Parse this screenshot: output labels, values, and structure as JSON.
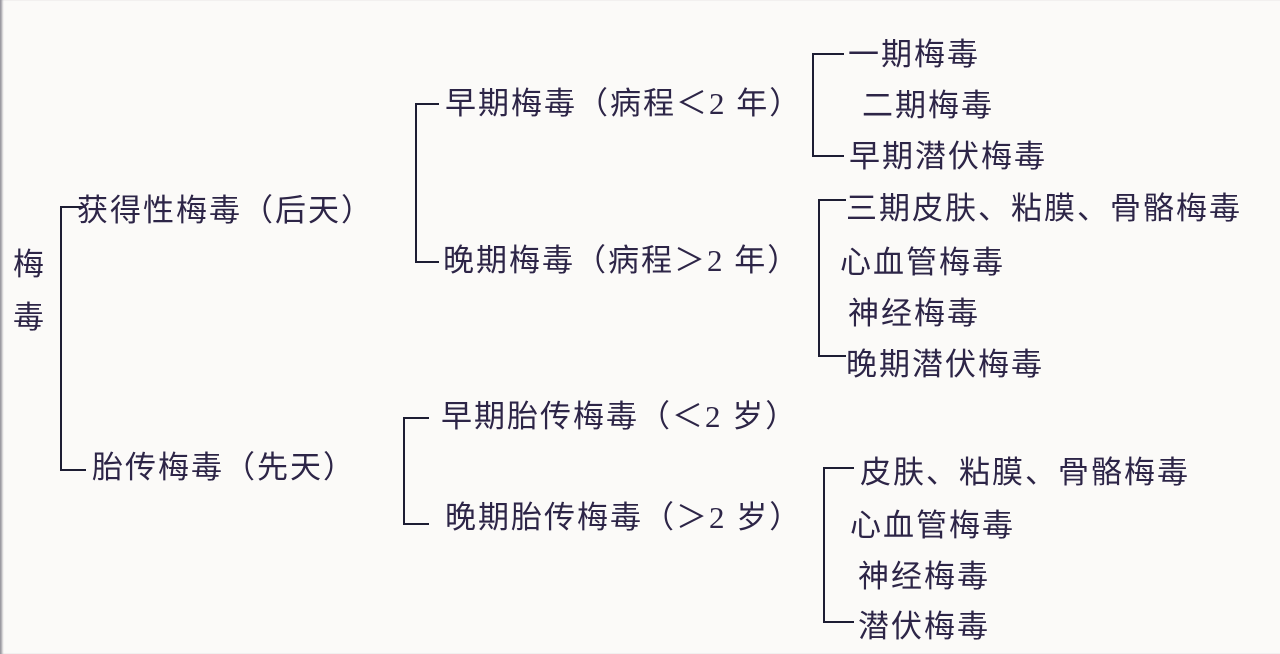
{
  "diagram": {
    "title_hint": "梅毒分类图",
    "root": "梅毒",
    "acquired": {
      "label": "获得性梅毒（后天）",
      "early": {
        "label": "早期梅毒（病程＜2 年）",
        "leaves": [
          "一期梅毒",
          "二期梅毒",
          "早期潜伏梅毒"
        ]
      },
      "late": {
        "label": "晚期梅毒（病程＞2 年）",
        "leaves": [
          "三期皮肤、粘膜、骨骼梅毒",
          "心血管梅毒",
          "神经梅毒",
          "晚期潜伏梅毒"
        ]
      }
    },
    "congenital": {
      "label": "胎传梅毒（先天）",
      "early": {
        "label": "早期胎传梅毒（＜2 岁）",
        "leaves": []
      },
      "late": {
        "label": "晚期胎传梅毒（＞2 岁）",
        "leaves": [
          "皮肤、粘膜、骨骼梅毒",
          "心血管梅毒",
          "神经梅毒",
          "潜伏梅毒"
        ]
      }
    },
    "colors": {
      "text": "#2d2547",
      "line": "#1d1d33",
      "background": "#fbfaf8"
    }
  }
}
